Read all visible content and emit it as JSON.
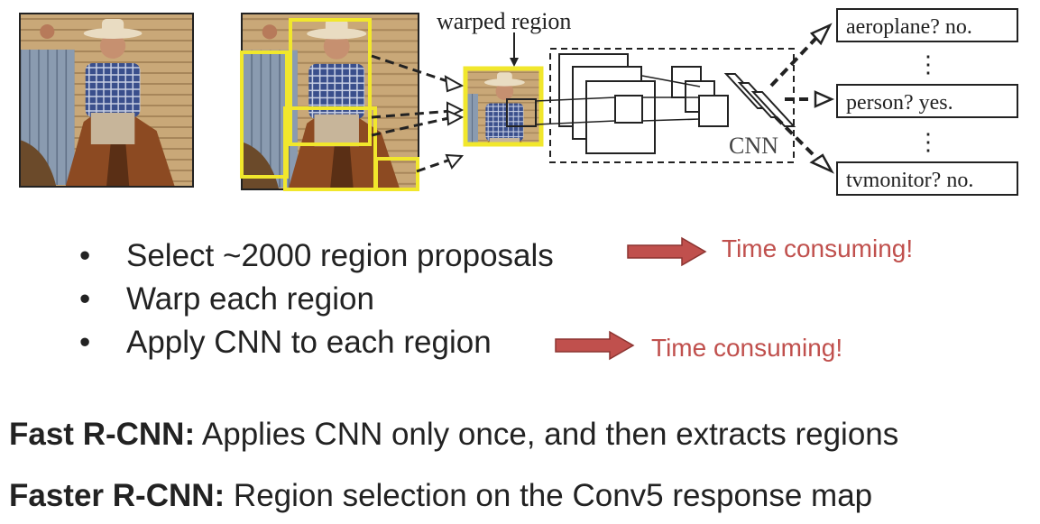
{
  "colors": {
    "proposal_box": "#f1e72c",
    "warp_box": "#f1e72c",
    "arrow_red": "#c0504d",
    "note_red": "#c0504d",
    "text": "#222222"
  },
  "diagram": {
    "warped_label": "warped region",
    "cnn_label": "CNN",
    "outputs": [
      {
        "text": "aeroplane? no."
      },
      {
        "text": "person? yes."
      },
      {
        "text": "tvmonitor? no."
      }
    ],
    "ellipsis": "⋮"
  },
  "bullets": [
    {
      "text": "Select ~2000 region proposals",
      "note": "Time consuming!"
    },
    {
      "text": "Warp each region",
      "note": ""
    },
    {
      "text": "Apply CNN to each region",
      "note": "Time consuming!"
    }
  ],
  "bullet_symbol": "•",
  "summary": [
    {
      "label": "Fast R-CNN:",
      "text": " Applies CNN only once, and then extracts regions"
    },
    {
      "label": "Faster R-CNN:",
      "text": " Region selection on the Conv5 response map"
    }
  ]
}
